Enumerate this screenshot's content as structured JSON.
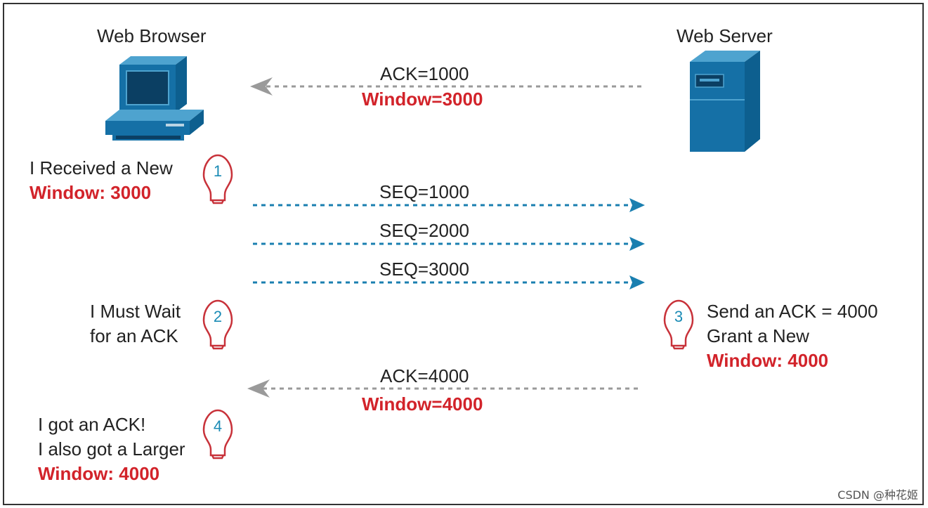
{
  "hosts": {
    "browser": "Web Browser",
    "server": "Web Server"
  },
  "messages": [
    {
      "label": "ACK=1000",
      "sub": "Window=3000",
      "direction": "left",
      "color": "#9a9a9a"
    },
    {
      "label": "SEQ=1000",
      "direction": "right",
      "color": "#1a7fb0"
    },
    {
      "label": "SEQ=2000",
      "direction": "right",
      "color": "#1a7fb0"
    },
    {
      "label": "SEQ=3000",
      "direction": "right",
      "color": "#1a7fb0"
    },
    {
      "label": "ACK=4000",
      "sub": "Window=4000",
      "direction": "left",
      "color": "#9a9a9a"
    }
  ],
  "notes": [
    {
      "number": "1",
      "lines": [
        "I Received a New"
      ],
      "highlight": "Window: 3000"
    },
    {
      "number": "2",
      "lines": [
        "I Must Wait",
        "for an ACK"
      ]
    },
    {
      "number": "3",
      "lines": [
        "Send an ACK = 4000",
        "Grant a New"
      ],
      "highlight": "Window: 4000"
    },
    {
      "number": "4",
      "lines": [
        "I got an ACK!",
        "I also got a Larger"
      ],
      "highlight": "Window: 4000"
    }
  ],
  "watermark": "CSDN @种花姬",
  "colors": {
    "accent_red": "#d2232a",
    "device_blue": "#1570a6",
    "bulb_red": "#c8323a",
    "number_teal": "#1a8bb5"
  },
  "icons": {
    "browser": "desktop-computer-icon",
    "server": "server-tower-icon",
    "bulb": "lightbulb-icon"
  }
}
